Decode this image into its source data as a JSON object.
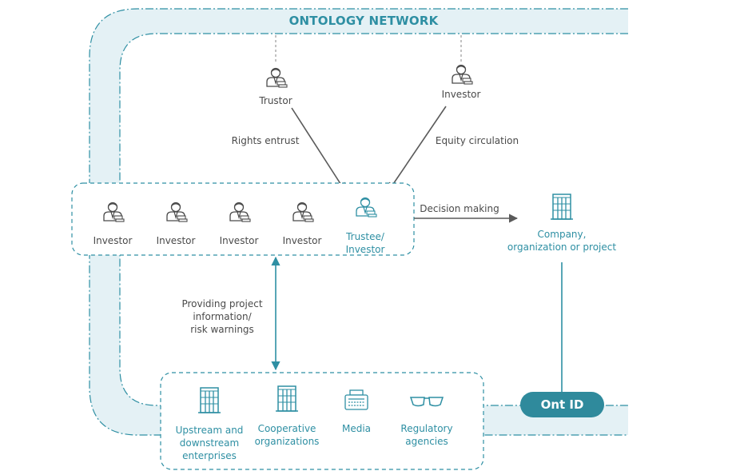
{
  "title": "ONTOLOGY NETWORK",
  "top_actors": [
    {
      "id": "trustor",
      "label": "Trustor",
      "icon": "person-icon"
    },
    {
      "id": "investor_top",
      "label": "Investor",
      "icon": "person-icon"
    }
  ],
  "edge_labels": {
    "rights_entrust": "Rights entrust",
    "equity_circulation": "Equity circulation",
    "decision_making": "Decision making",
    "providing_info": [
      "Providing project",
      "information/",
      "risk warnings"
    ]
  },
  "investor_group": [
    {
      "label": "Investor"
    },
    {
      "label": "Investor"
    },
    {
      "label": "Investor"
    },
    {
      "label": "Investor"
    }
  ],
  "trustee": {
    "lines": [
      "Trustee/",
      "Investor"
    ]
  },
  "company": {
    "lines": [
      "Company,",
      "organization or project"
    ]
  },
  "ont_id": "Ont ID",
  "bottom_group": [
    {
      "lines": [
        "Upstream and",
        "downstream",
        "enterprises"
      ],
      "icon": "building-icon"
    },
    {
      "lines": [
        "Cooperative",
        "organizations"
      ],
      "icon": "building-icon"
    },
    {
      "lines": [
        "Media"
      ],
      "icon": "newspaper-icon"
    },
    {
      "lines": [
        "Regulatory",
        "agencies"
      ],
      "icon": "glasses-icon"
    }
  ],
  "colors": {
    "teal": "#2e8fa3",
    "band_fill": "#e4f1f5",
    "dark_text": "#4a4a4a",
    "arrow_gray": "#5a5a5a",
    "ont_id_fill": "#2f8a9c"
  }
}
